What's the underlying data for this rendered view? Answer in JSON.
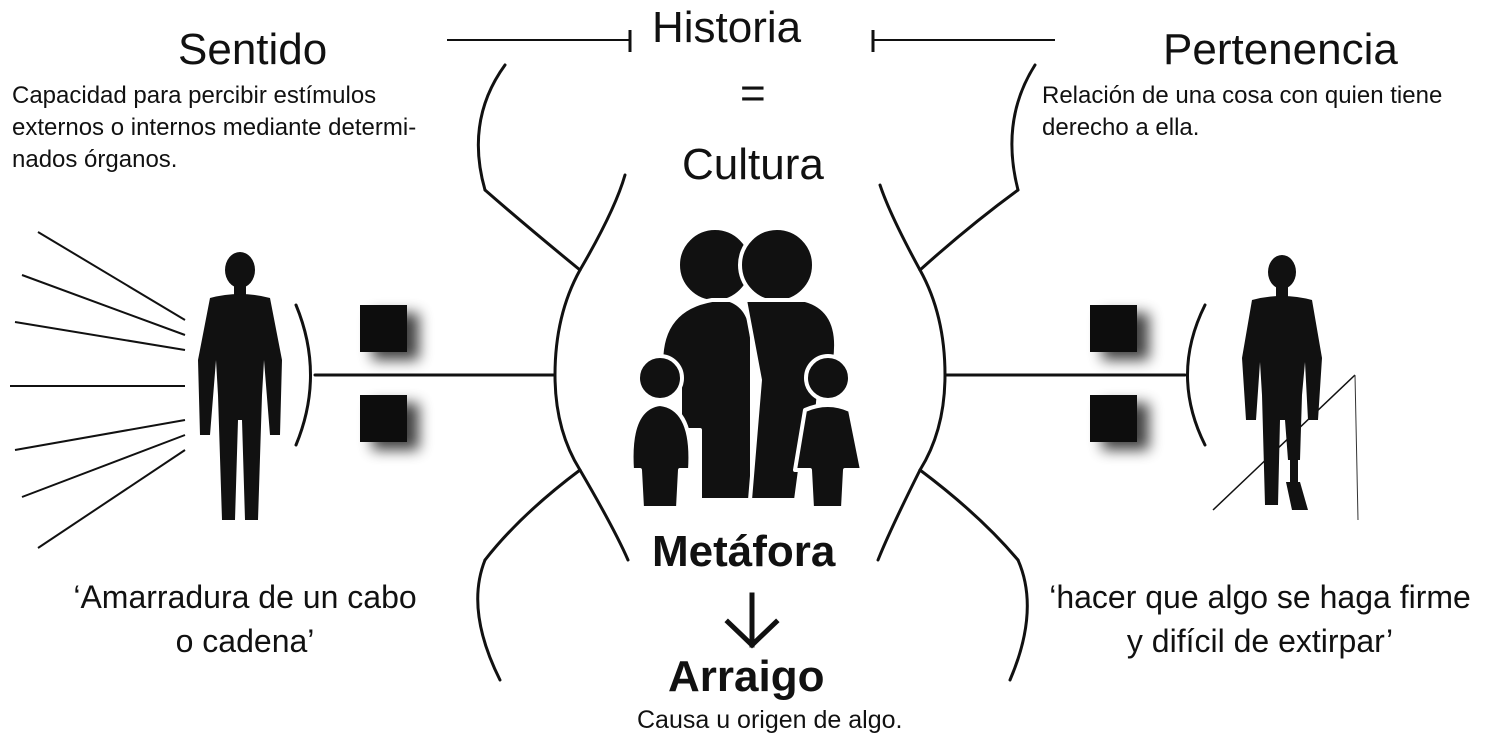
{
  "historia": "Historia",
  "equals": "=",
  "cultura": "Cultura",
  "sentido": {
    "title": "Sentido",
    "lines": [
      "Capacidad para percibir estímulos",
      "externos o internos mediante determi-",
      "nados órganos."
    ],
    "quote_lines": [
      "‘Amarradura de un cabo",
      "o cadena’"
    ]
  },
  "pertenencia": {
    "title": "Pertenencia",
    "lines": [
      "Relación de una cosa con quien tiene",
      "derecho a ella."
    ],
    "quote_lines": [
      "‘hacer que algo se haga firme",
      "y difícil de extirpar’"
    ]
  },
  "metafora": "Metáfora",
  "arraigo": "Arraigo",
  "arraigo_def": "Causa u origen de algo.",
  "colors": {
    "ink": "#111111",
    "background": "#ffffff",
    "shadow": "#555555"
  },
  "icons": [
    "human-silhouette-icon",
    "family-icon",
    "amputee-silhouette-icon",
    "down-arrow-icon",
    "ratio-colon-icon",
    "sense-rays-icon"
  ]
}
